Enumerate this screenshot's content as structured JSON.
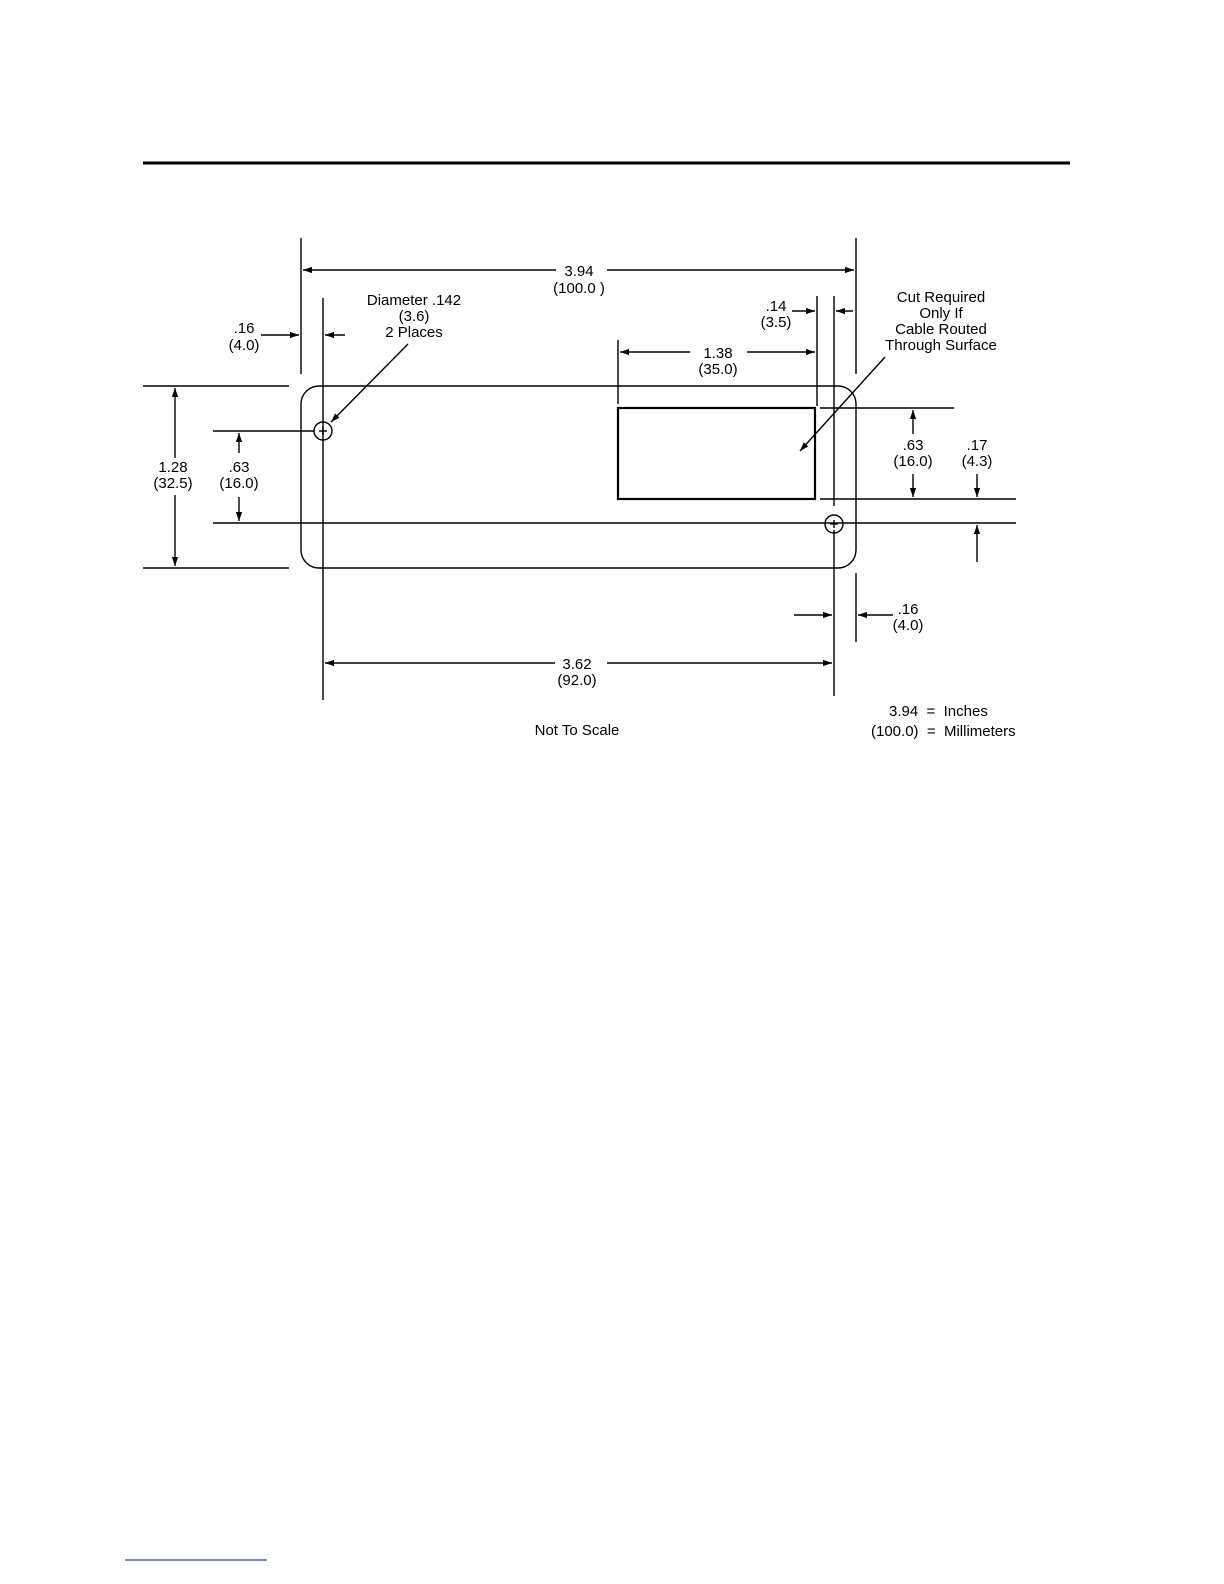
{
  "dimensions": {
    "overall_width": {
      "in": "3.94",
      "mm": "(100.0 )"
    },
    "hole_edge_offset_left": {
      "in": ".16",
      "mm": "(4.0)"
    },
    "hole_diameter": {
      "line1": "Diameter .142",
      "line2": "(3.6)",
      "line3": "2 Places"
    },
    "cut_edge_offset": {
      "in": ".14",
      "mm": "(3.5)"
    },
    "cut_note": {
      "line1": "Cut Required",
      "line2": "Only If",
      "line3": "Cable Routed",
      "line4": "Through Surface"
    },
    "cut_width": {
      "in": "1.38",
      "mm": "(35.0)"
    },
    "overall_height": {
      "in": "1.28",
      "mm": "(32.5)"
    },
    "hole_vertical_left": {
      "in": ".63",
      "mm": "(16.0)"
    },
    "cut_height": {
      "in": ".63",
      "mm": "(16.0)"
    },
    "cut_to_hole": {
      "in": ".17",
      "mm": "(4.3)"
    },
    "hole_edge_offset_right": {
      "in": ".16",
      "mm": "(4.0)"
    },
    "hole_spacing": {
      "in": "3.62",
      "mm": "(92.0)"
    }
  },
  "notes": {
    "scale": "Not To Scale",
    "legend_in": "3.94  =  Inches",
    "legend_mm": "(100.0)  =  Millimeters"
  }
}
